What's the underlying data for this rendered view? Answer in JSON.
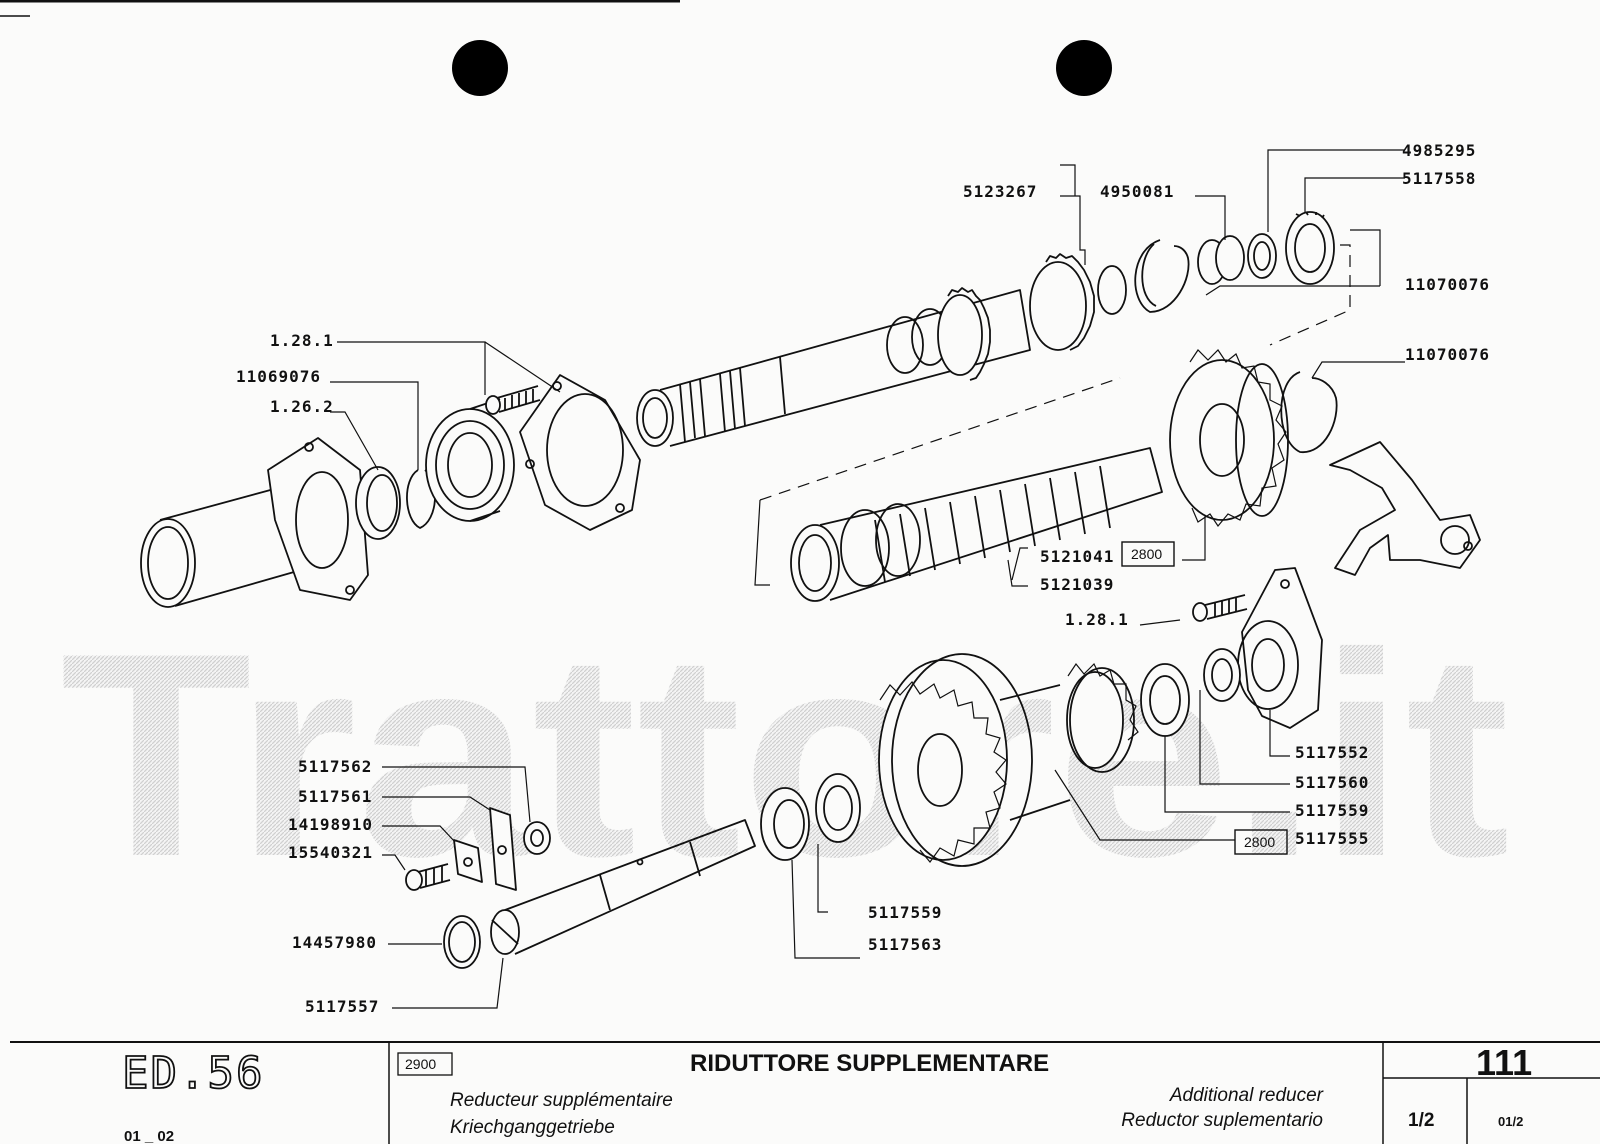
{
  "watermark": "Trattore.it",
  "labels": {
    "l4985295": "4985295",
    "l5117558": "5117558",
    "l5123267": "5123267",
    "l4950081": "4950081",
    "l11070076a": "11070076",
    "l11070076b": "11070076",
    "l1281a": "1.28.1",
    "l11069076": "11069076",
    "l1262": "1.26.2",
    "l5121041": "5121041",
    "l5121039": "5121039",
    "l1281b": "1.28.1",
    "l5117552": "5117552",
    "l5117560": "5117560",
    "l5117559a": "5117559",
    "l5117555": "5117555",
    "l5117562": "5117562",
    "l5117561": "5117561",
    "l14198910": "14198910",
    "l15540321": "15540321",
    "l5117559b": "5117559",
    "l5117563": "5117563",
    "l14457980": "14457980",
    "l5117557": "5117557",
    "box2800a": "2800",
    "box2800b": "2800"
  },
  "title_block": {
    "model": "ED.56",
    "model_years": "01 _ 02",
    "group_code": "2900",
    "title_it": "RIDUTTORE SUPPLEMENTARE",
    "title_fr": "Reducteur supplémentaire",
    "title_de": "Kriechganggetriebe",
    "title_en": "Additional reducer",
    "title_es": "Reductor suplementario",
    "page_number": "111",
    "sheet": "1/2",
    "edition": "01/2"
  }
}
